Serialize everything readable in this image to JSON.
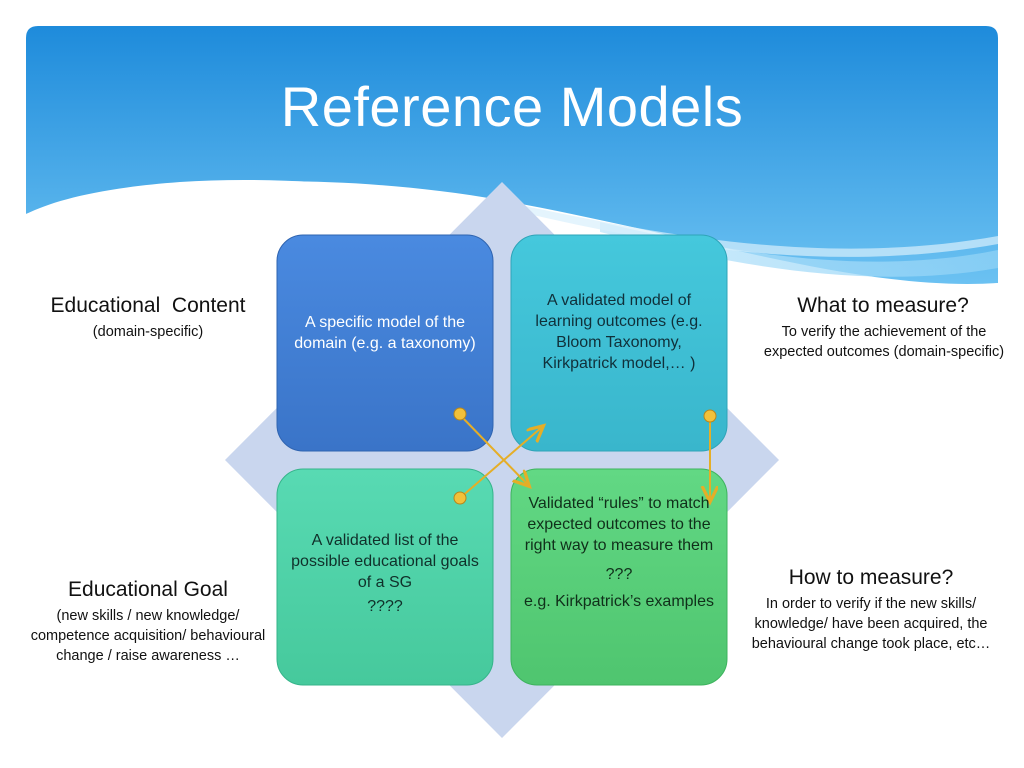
{
  "title": "Reference Models",
  "colors": {
    "box_top_left": "#3f7fd3",
    "box_top_right": "#3fc1d6",
    "box_bottom_left": "#4fd3a8",
    "box_bottom_right": "#58d07a",
    "diamond": "#c9d6ee",
    "arrow": "#e8b52e",
    "banner_top": "#1f8fdc",
    "banner_bottom": "#7cc8f4"
  },
  "boxes": {
    "top_left": {
      "text": "A specific model of the domain (e.g. a taxonomy)"
    },
    "top_right": {
      "text": "A validated model of learning outcomes (e.g. Bloom Taxonomy, Kirkpatrick model,… )"
    },
    "bottom_left": {
      "text": "A validated list of the possible educational goals of a SG",
      "extra": "????"
    },
    "bottom_right": {
      "text": "Validated “rules” to match expected outcomes to the right way to measure them",
      "extra": "???",
      "example": "e.g. Kirkpatrick’s examples"
    }
  },
  "labels": {
    "content": {
      "heading": "Educational  Content",
      "sub": "(domain-specific)"
    },
    "goal": {
      "heading": "Educational Goal",
      "sub": "(new skills / new knowledge/ competence acquisition/ behavioural change / raise awareness …"
    },
    "what": {
      "heading": "What to measure?",
      "sub": "To verify the achievement of the expected outcomes (domain-specific)"
    },
    "how": {
      "heading": "How to measure?",
      "sub": "In order to verify if the new skills/ knowledge/ have been acquired, the behavioural change took place, etc…"
    }
  }
}
